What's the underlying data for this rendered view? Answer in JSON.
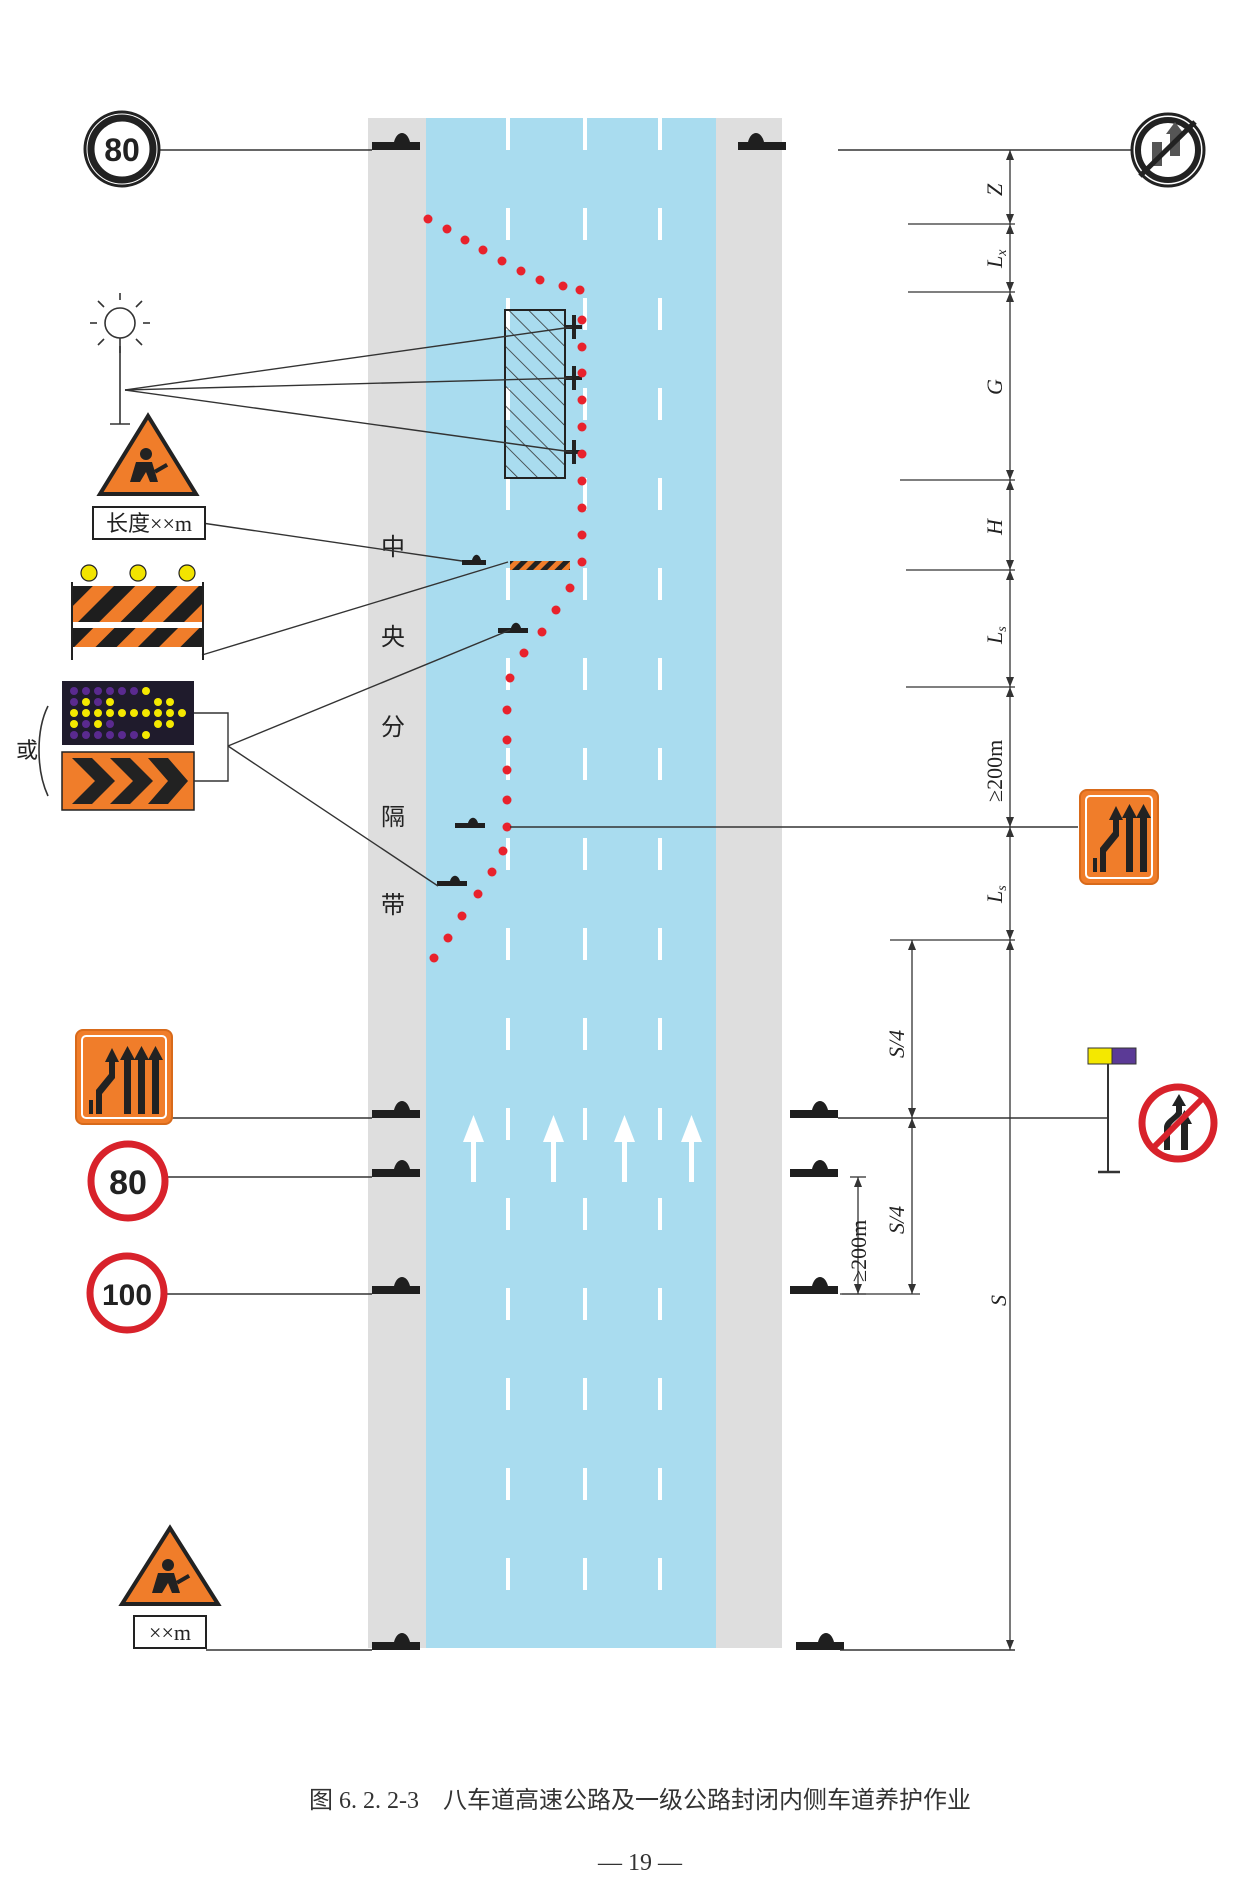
{
  "median": {
    "label_chars": [
      "中",
      "央",
      "分",
      "隔",
      "带"
    ]
  },
  "signs": {
    "speed_top": "80",
    "speed_mid": "80",
    "speed_low": "100",
    "length_label": "长度××m",
    "distance_label": "××m",
    "or_label": "或"
  },
  "dimensions": {
    "z": "Z",
    "lx": "L",
    "lx_sub": "x",
    "g": "G",
    "h": "H",
    "ls_upper": "L",
    "ls_upper_sub": "s",
    "ge200_upper": "≥200m",
    "ls_lower": "L",
    "ls_lower_sub": "s",
    "s_quarter_a": "S/4",
    "s_quarter_b": "S/4",
    "ge200_lower": "≥200m",
    "s_total": "S"
  },
  "colors": {
    "road": "#a9dcef",
    "shoulder": "#dedede",
    "cone": "#e8222c",
    "sign_orange": "#f07d2a",
    "speed_ring": "#d8222b"
  },
  "caption": "图 6. 2. 2-3　八车道高速公路及一级公路封闭内侧车道养护作业",
  "page_number": "— 19 —"
}
